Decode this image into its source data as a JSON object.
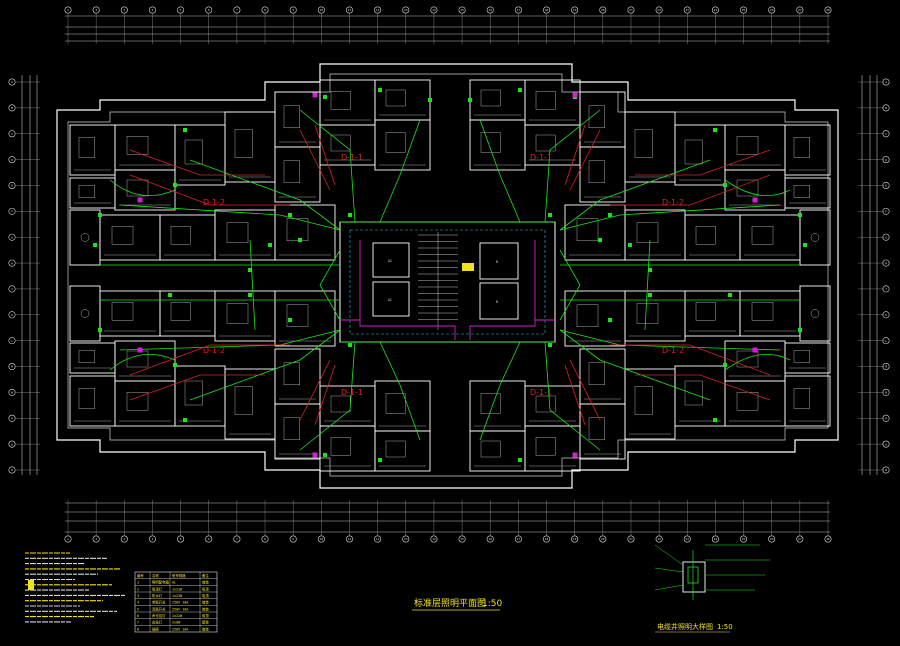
{
  "colors": {
    "background": "#000000",
    "wall": "#ffffff",
    "fixture": "#bfbfbf",
    "green_wire": "#19e619",
    "red_wire": "#e02020",
    "magenta_wire": "#d020d0",
    "cyan_axis": "#19c8e6",
    "yellow_note": "#f2e21c"
  },
  "drawing": {
    "main_title": "标准层照明平面图",
    "main_scale": "1:50",
    "detail_title": "电缆井照明大样图",
    "detail_scale": "1:50"
  },
  "circuit_labels": [
    {
      "id": "top-left-upper",
      "text": "D-1-1"
    },
    {
      "id": "top-left-lower",
      "text": "D-1-2"
    },
    {
      "id": "top-right-upper",
      "text": "D-1-1"
    },
    {
      "id": "top-right-lower",
      "text": "D-1-2"
    },
    {
      "id": "bottom-left-upper",
      "text": "D-1-2"
    },
    {
      "id": "bottom-left-lower",
      "text": "D-1-1"
    },
    {
      "id": "bottom-right-upper",
      "text": "D-1-2"
    },
    {
      "id": "bottom-right-lower",
      "text": "D-1-1"
    }
  ],
  "room_tags": [
    "A2",
    "A1",
    "B",
    "B"
  ],
  "axis_markers": {
    "top": [
      "1",
      "2",
      "3",
      "4",
      "5",
      "6",
      "7",
      "8",
      "9",
      "10",
      "11",
      "12",
      "13",
      "14",
      "15",
      "16",
      "17",
      "18",
      "19",
      "20",
      "21",
      "22",
      "23",
      "24",
      "25",
      "26",
      "27",
      "28"
    ],
    "side": [
      "A",
      "B",
      "C",
      "D",
      "E",
      "F",
      "G",
      "H",
      "J",
      "K",
      "L",
      "M",
      "N",
      "P",
      "Q",
      "R"
    ]
  },
  "legend_table": {
    "headers": [
      "编号",
      "名称",
      "型号规格",
      "备注"
    ],
    "rows": [
      [
        "1",
        "照明配电箱",
        "AL",
        "暗装"
      ],
      [
        "2",
        "吸顶灯",
        "1x22W",
        "吸顶"
      ],
      [
        "3",
        "防水灯",
        "1x22W",
        "吸顶"
      ],
      [
        "4",
        "单联开关",
        "250V 10A",
        "暗装"
      ],
      [
        "5",
        "双联开关",
        "250V 10A",
        "暗装"
      ],
      [
        "6",
        "声光控灯",
        "1x22W",
        "吸顶"
      ],
      [
        "7",
        "应急灯",
        "2x8W",
        "壁装"
      ],
      [
        "8",
        "插座",
        "250V 10A",
        "暗装"
      ]
    ]
  }
}
